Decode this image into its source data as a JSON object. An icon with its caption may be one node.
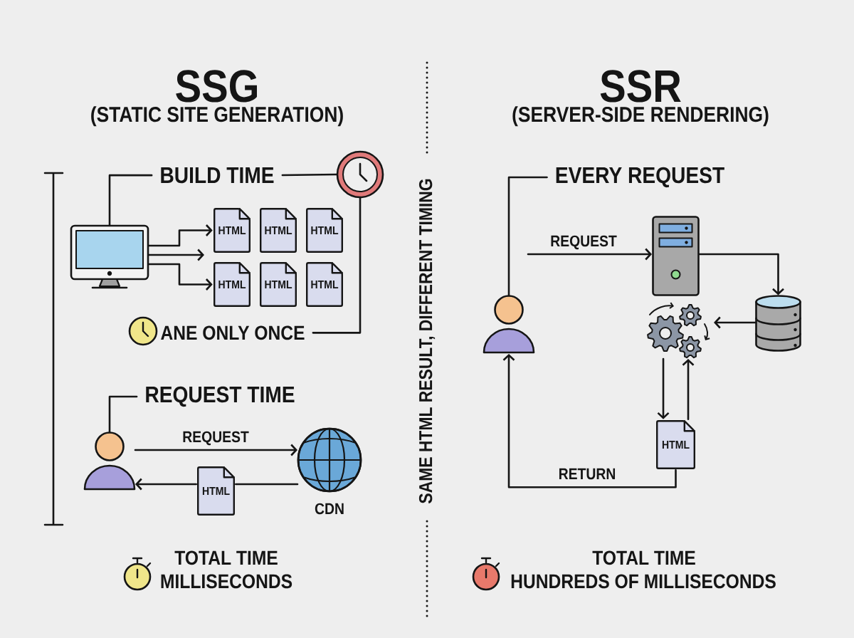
{
  "diagram": {
    "nodes": [
      {
        "text": [
          "BUILD TIME"
        ]
      },
      {
        "text": [],
        "shape": "picture"
      },
      {
        "text": [],
        "shape": "picture"
      },
      {
        "text": [
          "HTML"
        ]
      },
      {
        "text": [
          "HTML"
        ]
      },
      {
        "text": [
          "HTML"
        ]
      },
      {
        "text": [
          "HTML"
        ]
      },
      {
        "text": [
          "HTML"
        ]
      },
      {
        "text": [
          "HTML"
        ]
      },
      {
        "text": [
          "ANE ONLY ONCE"
        ]
      },
      {
        "text": [
          "REQUEST TIME"
        ]
      },
      {
        "text": [],
        "shape": "person"
      },
      {
        "text": [],
        "shape": "picture",
        "beside": [
          "CDN"
        ]
      },
      {
        "text": [
          "HTML"
        ]
      },
      {
        "text": [
          "EVERY REQUEST"
        ]
      },
      {
        "text": [],
        "shape": "picture"
      },
      {
        "text": [],
        "shape": "person"
      },
      {
        "text": [],
        "shape": "picture"
      },
      {
        "text": [],
        "shape": "cylinder"
      },
      {
        "text": [
          "HTML"
        ]
      }
    ],
    "edges": [
      {
        "from": 2,
        "to": 0,
        "arrow": "none"
      },
      {
        "from": 0,
        "to": 1,
        "arrow": "none"
      },
      {
        "from": 1,
        "to": 9,
        "arrow": "none"
      },
      {
        "from": 2,
        "to": 3,
        "arrow": "to"
      },
      {
        "from": 2,
        "to": null,
        "arrow": "to"
      },
      {
        "from": 2,
        "to": 6,
        "arrow": "to"
      },
      {
        "from": 11,
        "to": 10,
        "arrow": "none"
      },
      {
        "from": 11,
        "to": 12,
        "arrow": "to",
        "label": "REQUEST"
      },
      {
        "from": 12,
        "to": 13,
        "arrow": "none"
      },
      {
        "from": 13,
        "to": 11,
        "arrow": "to"
      },
      {
        "from": 16,
        "to": 14,
        "arrow": "none"
      },
      {
        "from": null,
        "to": 15,
        "arrow": "to",
        "label": "REQUEST"
      },
      {
        "from": 15,
        "to": 18,
        "arrow": "to"
      },
      {
        "from": 18,
        "to": 17,
        "arrow": "to"
      },
      {
        "from": 17,
        "to": 19,
        "arrow": "to"
      },
      {
        "from": 19,
        "to": 17,
        "arrow": "to"
      },
      {
        "from": 19,
        "to": 16,
        "arrow": "to",
        "label": "RETURN"
      }
    ],
    "labels": [
      "SSG",
      "(STATIC SITE GENERATION)",
      "SSR",
      "(SERVER-SIDE RENDERING)",
      "SAME HTML RESULT, DIFFERENT TIMING",
      "TOTAL TIME",
      "MILLISECONDS",
      "TOTAL TIME",
      "HUNDREDS OF MILLISECONDS"
    ]
  }
}
